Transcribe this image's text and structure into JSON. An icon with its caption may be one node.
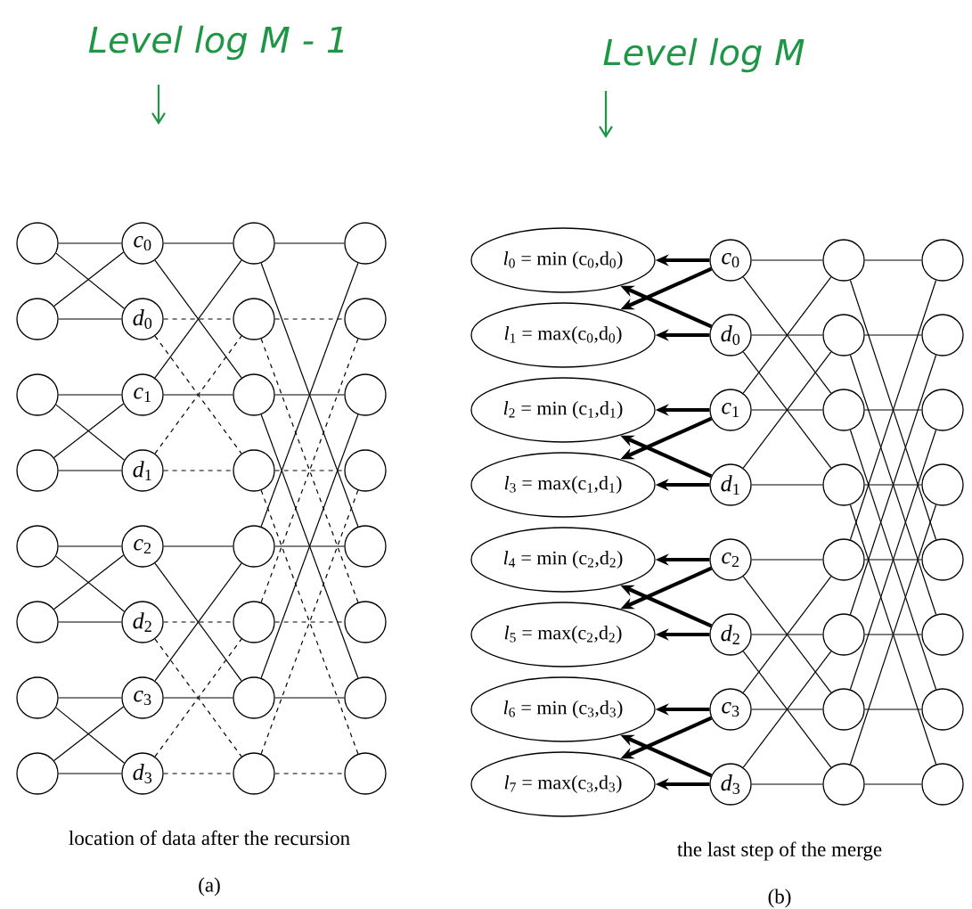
{
  "diagram": {
    "nodes": [
      {
        "text": [],
        "shape": "circle"
      },
      {
        "text": [],
        "shape": "circle"
      },
      {
        "text": [],
        "shape": "circle"
      },
      {
        "text": [],
        "shape": "circle"
      },
      {
        "text": [],
        "shape": "circle"
      },
      {
        "text": [],
        "shape": "circle"
      },
      {
        "text": [],
        "shape": "circle"
      },
      {
        "text": [],
        "shape": "circle"
      },
      {
        "text": [
          "*c*$_{0}$"
        ]
      },
      {
        "text": [
          "*d*$_{0}$"
        ]
      },
      {
        "text": [
          "*c*$_{1}$"
        ]
      },
      {
        "text": [
          "*d*$_{1}$"
        ]
      },
      {
        "text": [
          "*c*$_{2}$"
        ]
      },
      {
        "text": [
          "*d*$_{2}$"
        ]
      },
      {
        "text": [
          "*c*$_{3}$"
        ]
      },
      {
        "text": [
          "*d*$_{3}$"
        ]
      },
      {
        "text": [],
        "shape": "circle"
      },
      {
        "text": [],
        "shape": "circle"
      },
      {
        "text": [],
        "shape": "circle"
      },
      {
        "text": [],
        "shape": "circle"
      },
      {
        "text": [],
        "shape": "circle"
      },
      {
        "text": [],
        "shape": "circle"
      },
      {
        "text": [],
        "shape": "circle"
      },
      {
        "text": [],
        "shape": "circle"
      },
      {
        "text": [],
        "shape": "circle"
      },
      {
        "text": [],
        "shape": "circle"
      },
      {
        "text": [],
        "shape": "circle"
      },
      {
        "text": [],
        "shape": "circle"
      },
      {
        "text": [],
        "shape": "circle"
      },
      {
        "text": [],
        "shape": "circle"
      },
      {
        "text": [],
        "shape": "circle"
      },
      {
        "text": [],
        "shape": "circle"
      },
      {
        "text": [
          "*l*$_{0}$ = min (c$_{0}$,d$_{0}$)"
        ]
      },
      {
        "text": [
          "*l*$_{1}$ = max(c$_{0}$,d$_{0}$)"
        ]
      },
      {
        "text": [
          "*l*$_{2}$ = min (c$_{1}$,d$_{1}$)"
        ]
      },
      {
        "text": [
          "*l*$_{3}$ = max(c$_{1}$,d$_{1}$)"
        ]
      },
      {
        "text": [
          "*l*$_{4}$ = min (c$_{2}$,d$_{2}$)"
        ]
      },
      {
        "text": [
          "*l*$_{5}$ = max(c$_{2}$,d$_{2}$)"
        ]
      },
      {
        "text": [
          "*l*$_{6}$ = min (c$_{3}$,d$_{3}$)"
        ]
      },
      {
        "text": [
          "*l*$_{7}$ = max(c$_{3}$,d$_{3}$)"
        ]
      },
      {
        "text": [
          "*c*$_{0}$"
        ]
      },
      {
        "text": [
          "*d*$_{0}$"
        ]
      },
      {
        "text": [
          "*c*$_{1}$"
        ]
      },
      {
        "text": [
          "*d*$_{1}$"
        ]
      },
      {
        "text": [
          "*c*$_{2}$"
        ]
      },
      {
        "text": [
          "*d*$_{2}$"
        ]
      },
      {
        "text": [
          "*c*$_{3}$"
        ]
      },
      {
        "text": [
          "*d*$_{3}$"
        ]
      },
      {
        "text": [],
        "shape": "circle"
      },
      {
        "text": [],
        "shape": "circle"
      },
      {
        "text": [],
        "shape": "circle"
      },
      {
        "text": [],
        "shape": "circle"
      },
      {
        "text": [],
        "shape": "circle"
      },
      {
        "text": [],
        "shape": "circle"
      },
      {
        "text": [],
        "shape": "circle"
      },
      {
        "text": [],
        "shape": "circle"
      },
      {
        "text": [],
        "shape": "circle"
      },
      {
        "text": [],
        "shape": "circle"
      },
      {
        "text": [],
        "shape": "circle"
      },
      {
        "text": [],
        "shape": "circle"
      },
      {
        "text": [],
        "shape": "circle"
      },
      {
        "text": [],
        "shape": "circle"
      },
      {
        "text": [],
        "shape": "circle"
      },
      {
        "text": [],
        "shape": "circle"
      }
    ],
    "edges": [
      {
        "from": 0,
        "to": 8,
        "arrow": "none"
      },
      {
        "from": 0,
        "to": 9,
        "arrow": "none"
      },
      {
        "from": 1,
        "to": 8,
        "arrow": "none"
      },
      {
        "from": 1,
        "to": 9,
        "arrow": "none"
      },
      {
        "from": 2,
        "to": 10,
        "arrow": "none"
      },
      {
        "from": 2,
        "to": 11,
        "arrow": "none"
      },
      {
        "from": 3,
        "to": 10,
        "arrow": "none"
      },
      {
        "from": 3,
        "to": 11,
        "arrow": "none"
      },
      {
        "from": 4,
        "to": 12,
        "arrow": "none"
      },
      {
        "from": 4,
        "to": 13,
        "arrow": "none"
      },
      {
        "from": 5,
        "to": 12,
        "arrow": "none"
      },
      {
        "from": 5,
        "to": 13,
        "arrow": "none"
      },
      {
        "from": 6,
        "to": 14,
        "arrow": "none"
      },
      {
        "from": 6,
        "to": 15,
        "arrow": "none"
      },
      {
        "from": 7,
        "to": 14,
        "arrow": "none"
      },
      {
        "from": 7,
        "to": 15,
        "arrow": "none"
      },
      {
        "from": 8,
        "to": 16,
        "arrow": "none"
      },
      {
        "from": 8,
        "to": 18,
        "arrow": "none"
      },
      {
        "from": 9,
        "to": 17,
        "arrow": "none",
        "style": "dashed"
      },
      {
        "from": 9,
        "to": 19,
        "arrow": "none",
        "style": "dashed"
      },
      {
        "from": 10,
        "to": 18,
        "arrow": "none"
      },
      {
        "from": 10,
        "to": 16,
        "arrow": "none"
      },
      {
        "from": 11,
        "to": 19,
        "arrow": "none",
        "style": "dashed"
      },
      {
        "from": 11,
        "to": 17,
        "arrow": "none",
        "style": "dashed"
      },
      {
        "from": 12,
        "to": 20,
        "arrow": "none"
      },
      {
        "from": 12,
        "to": 22,
        "arrow": "none"
      },
      {
        "from": 13,
        "to": 21,
        "arrow": "none",
        "style": "dashed"
      },
      {
        "from": 13,
        "to": 23,
        "arrow": "none",
        "style": "dashed"
      },
      {
        "from": 14,
        "to": 22,
        "arrow": "none"
      },
      {
        "from": 14,
        "to": 20,
        "arrow": "none"
      },
      {
        "from": 15,
        "to": 23,
        "arrow": "none",
        "style": "dashed"
      },
      {
        "from": 15,
        "to": 21,
        "arrow": "none",
        "style": "dashed"
      },
      {
        "from": 16,
        "to": 24,
        "arrow": "none"
      },
      {
        "from": 16,
        "to": 28,
        "arrow": "none"
      },
      {
        "from": 17,
        "to": 25,
        "arrow": "none",
        "style": "dashed"
      },
      {
        "from": 17,
        "to": 29,
        "arrow": "none",
        "style": "dashed"
      },
      {
        "from": 18,
        "to": 26,
        "arrow": "none"
      },
      {
        "from": 18,
        "to": 30,
        "arrow": "none"
      },
      {
        "from": 19,
        "to": 27,
        "arrow": "none",
        "style": "dashed"
      },
      {
        "from": 19,
        "to": 31,
        "arrow": "none",
        "style": "dashed"
      },
      {
        "from": 20,
        "to": 28,
        "arrow": "none"
      },
      {
        "from": 20,
        "to": 24,
        "arrow": "none"
      },
      {
        "from": 21,
        "to": 29,
        "arrow": "none",
        "style": "dashed"
      },
      {
        "from": 21,
        "to": 25,
        "arrow": "none",
        "style": "dashed"
      },
      {
        "from": 22,
        "to": 30,
        "arrow": "none"
      },
      {
        "from": 22,
        "to": 26,
        "arrow": "none"
      },
      {
        "from": 23,
        "to": 31,
        "arrow": "none",
        "style": "dashed"
      },
      {
        "from": 23,
        "to": 27,
        "arrow": "none",
        "style": "dashed"
      },
      {
        "from": 40,
        "to": 32,
        "arrow": "to",
        "style": "thick"
      },
      {
        "from": 40,
        "to": 33,
        "arrow": "to",
        "style": "thick"
      },
      {
        "from": 41,
        "to": 32,
        "arrow": "to",
        "style": "thick"
      },
      {
        "from": 41,
        "to": 33,
        "arrow": "to",
        "style": "thick"
      },
      {
        "from": 42,
        "to": 34,
        "arrow": "to",
        "style": "thick"
      },
      {
        "from": 42,
        "to": 35,
        "arrow": "to",
        "style": "thick"
      },
      {
        "from": 43,
        "to": 34,
        "arrow": "to",
        "style": "thick"
      },
      {
        "from": 43,
        "to": 35,
        "arrow": "to",
        "style": "thick"
      },
      {
        "from": 44,
        "to": 36,
        "arrow": "to",
        "style": "thick"
      },
      {
        "from": 44,
        "to": 37,
        "arrow": "to",
        "style": "thick"
      },
      {
        "from": 45,
        "to": 36,
        "arrow": "to",
        "style": "thick"
      },
      {
        "from": 45,
        "to": 37,
        "arrow": "to",
        "style": "thick"
      },
      {
        "from": 46,
        "to": 38,
        "arrow": "to",
        "style": "thick"
      },
      {
        "from": 46,
        "to": 39,
        "arrow": "to",
        "style": "thick"
      },
      {
        "from": 47,
        "to": 38,
        "arrow": "to",
        "style": "thick"
      },
      {
        "from": 47,
        "to": 39,
        "arrow": "to",
        "style": "thick"
      },
      {
        "from": 40,
        "to": 48,
        "arrow": "none"
      },
      {
        "from": 40,
        "to": 50,
        "arrow": "none"
      },
      {
        "from": 41,
        "to": 49,
        "arrow": "none"
      },
      {
        "from": 41,
        "to": 51,
        "arrow": "none"
      },
      {
        "from": 42,
        "to": 50,
        "arrow": "none"
      },
      {
        "from": 42,
        "to": 48,
        "arrow": "none"
      },
      {
        "from": 43,
        "to": 51,
        "arrow": "none"
      },
      {
        "from": 43,
        "to": 49,
        "arrow": "none"
      },
      {
        "from": 44,
        "to": 52,
        "arrow": "none"
      },
      {
        "from": 44,
        "to": 54,
        "arrow": "none"
      },
      {
        "from": 45,
        "to": 53,
        "arrow": "none"
      },
      {
        "from": 45,
        "to": 55,
        "arrow": "none"
      },
      {
        "from": 46,
        "to": 54,
        "arrow": "none"
      },
      {
        "from": 46,
        "to": 52,
        "arrow": "none"
      },
      {
        "from": 47,
        "to": 55,
        "arrow": "none"
      },
      {
        "from": 47,
        "to": 53,
        "arrow": "none"
      },
      {
        "from": 48,
        "to": 56,
        "arrow": "none"
      },
      {
        "from": 48,
        "to": 60,
        "arrow": "none"
      },
      {
        "from": 49,
        "to": 57,
        "arrow": "none"
      },
      {
        "from": 49,
        "to": 61,
        "arrow": "none"
      },
      {
        "from": 50,
        "to": 58,
        "arrow": "none"
      },
      {
        "from": 50,
        "to": 62,
        "arrow": "none"
      },
      {
        "from": 51,
        "to": 59,
        "arrow": "none"
      },
      {
        "from": 51,
        "to": 63,
        "arrow": "none"
      },
      {
        "from": 52,
        "to": 60,
        "arrow": "none"
      },
      {
        "from": 52,
        "to": 56,
        "arrow": "none"
      },
      {
        "from": 53,
        "to": 61,
        "arrow": "none"
      },
      {
        "from": 53,
        "to": 57,
        "arrow": "none"
      },
      {
        "from": 54,
        "to": 62,
        "arrow": "none"
      },
      {
        "from": 54,
        "to": 58,
        "arrow": "none"
      },
      {
        "from": 55,
        "to": 63,
        "arrow": "none"
      },
      {
        "from": 55,
        "to": 59,
        "arrow": "none"
      }
    ],
    "labels": [
      "Level log M - 1",
      "Level log M",
      "location of data after the recursion",
      "(a)",
      "the last step of the merge",
      "(b)"
    ]
  }
}
